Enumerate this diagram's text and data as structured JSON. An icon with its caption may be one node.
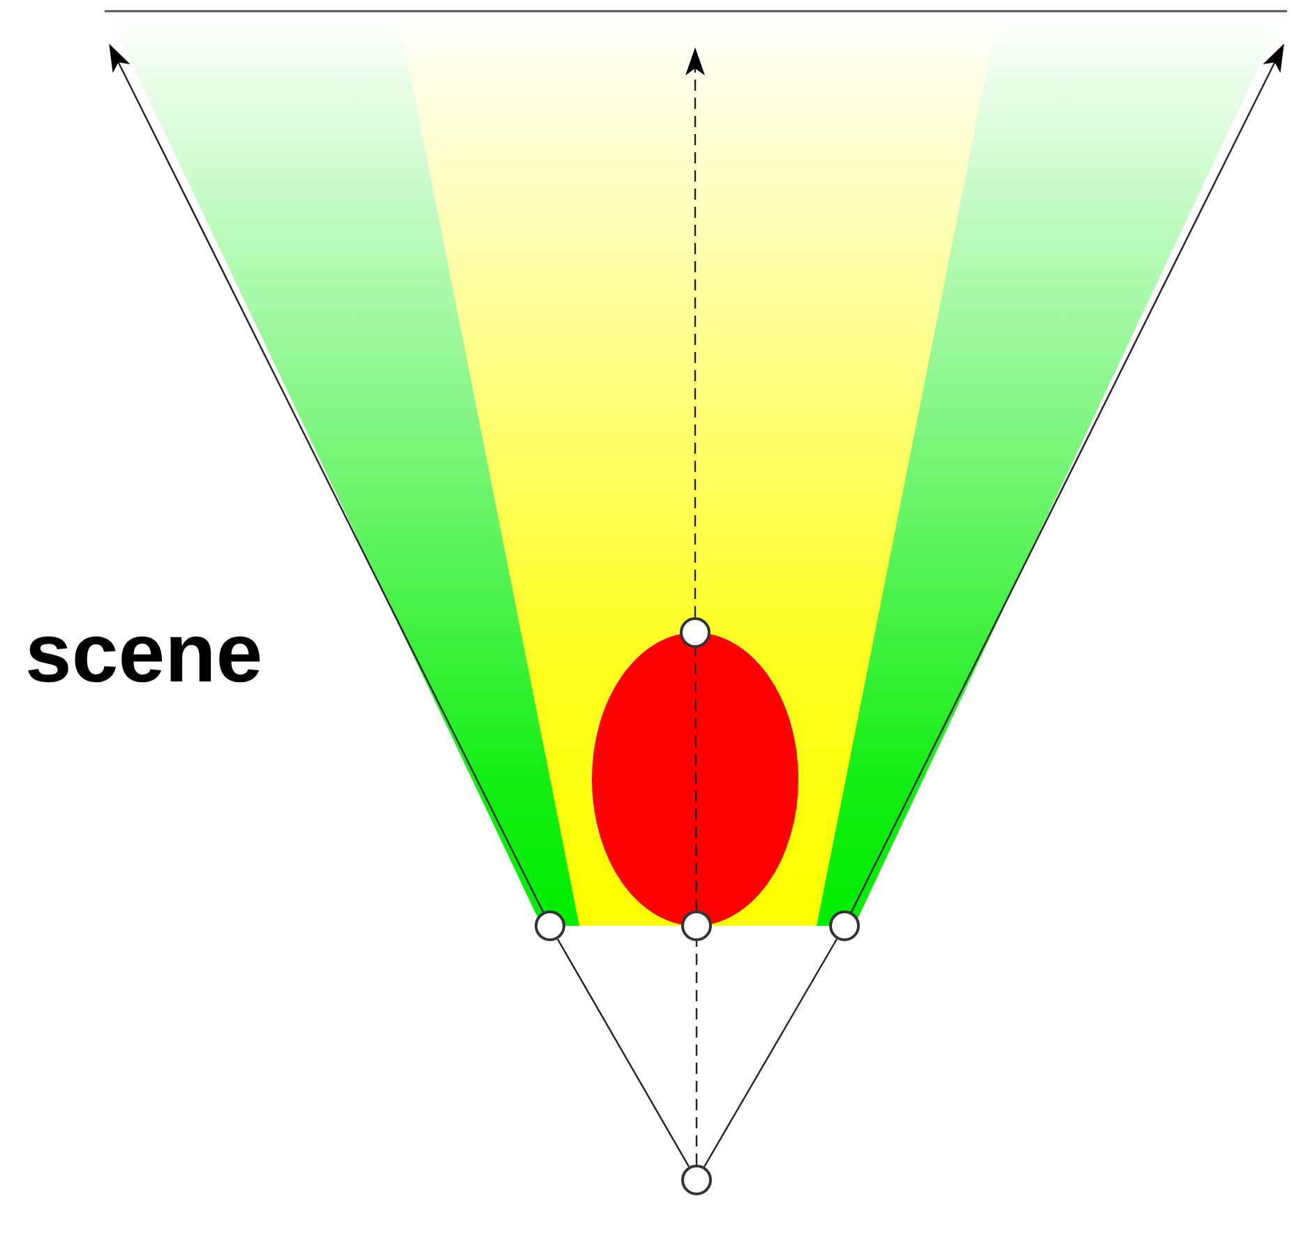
{
  "diagram": {
    "nodes": [
      {
        "text": [],
        "shape": "circle"
      },
      {
        "text": [],
        "shape": "circle"
      },
      {
        "text": [],
        "shape": "circle"
      },
      {
        "text": [],
        "shape": "circle"
      },
      {
        "text": [],
        "shape": "circle"
      }
    ],
    "edges": [
      {
        "from": 4,
        "to": 1,
        "arrow": "none"
      },
      {
        "from": 4,
        "to": 2,
        "arrow": "none",
        "style": "dashed"
      },
      {
        "from": 4,
        "to": 3,
        "arrow": "none"
      },
      {
        "from": 1,
        "to": null,
        "arrow": "to"
      },
      {
        "from": 3,
        "to": null,
        "arrow": "to"
      },
      {
        "from": 2,
        "to": 0,
        "arrow": "none",
        "style": "dashed"
      },
      {
        "from": 0,
        "to": null,
        "arrow": "to",
        "style": "dashed"
      }
    ],
    "labels": [
      "scene"
    ]
  }
}
